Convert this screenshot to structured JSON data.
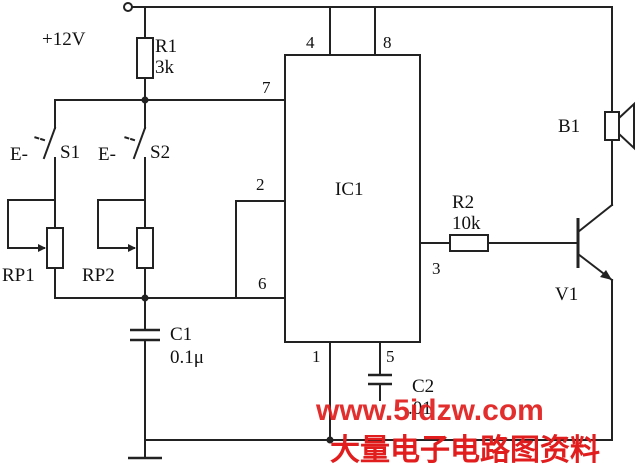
{
  "labels": {
    "supply": "+12V",
    "r1_name": "R1",
    "r1_value": "3k",
    "s1_name": "S1",
    "s1_e": "E-",
    "s2_name": "S2",
    "s2_e": "E-",
    "rp1": "RP1",
    "rp2": "RP2",
    "c1_name": "C1",
    "c1_value": "0.1μ",
    "ic1": "IC1",
    "r2_name": "R2",
    "r2_value": "10k",
    "b1": "B1",
    "v1": "V1",
    "c2_name": "C2",
    "c2_value": ".01"
  },
  "pins": {
    "p4": "4",
    "p8": "8",
    "p7": "7",
    "p2": "2",
    "p6": "6",
    "p3": "3",
    "p1": "1",
    "p5": "5"
  },
  "watermark": {
    "site": "www.5idzw.com",
    "cn": "大量电子电路图资料"
  }
}
